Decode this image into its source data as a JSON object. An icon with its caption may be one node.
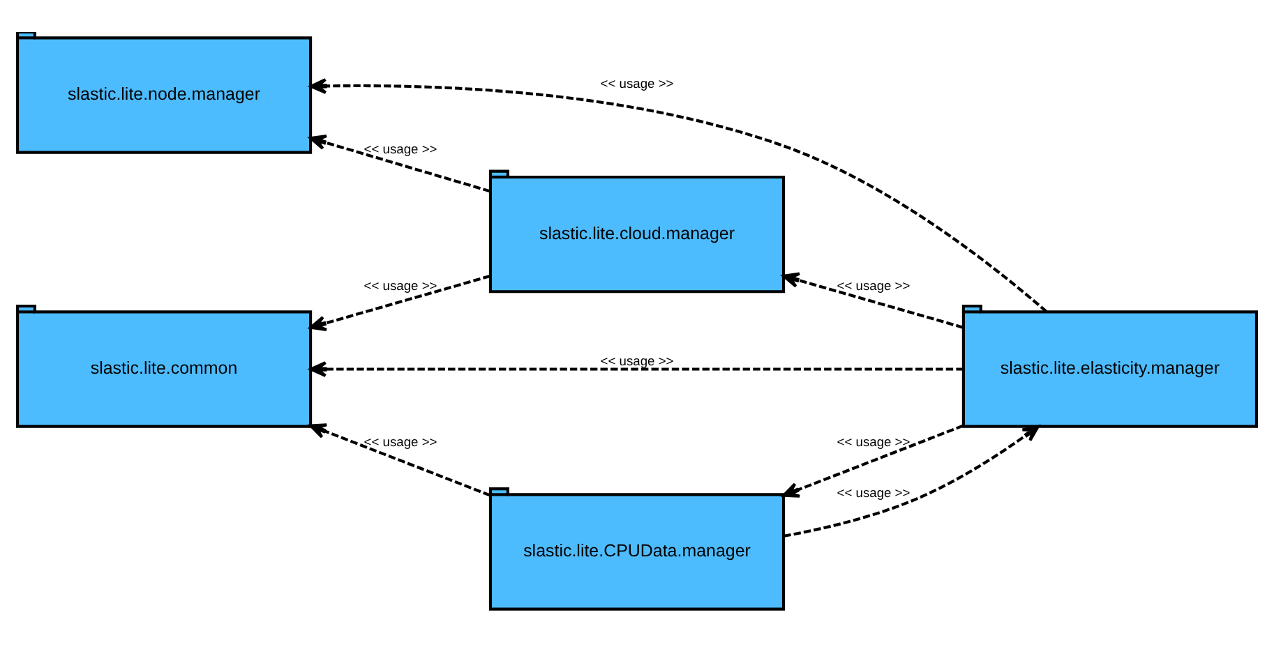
{
  "diagram": {
    "nodes": [
      {
        "text": [
          "slastic.lite.cloud.manager"
        ]
      },
      {
        "text": [
          "slastic.lite.node.manager"
        ]
      },
      {
        "text": [
          "slastic.lite.elasticity.manager"
        ]
      },
      {
        "text": [
          "slastic.lite.common"
        ]
      },
      {
        "text": [
          "slastic.lite.CPUData.manager"
        ]
      }
    ],
    "edges": [
      {
        "from": 0,
        "to": 1,
        "arrow": "to",
        "style": "dashed",
        "label": "<< usage >>"
      },
      {
        "from": 2,
        "to": 1,
        "arrow": "to",
        "style": "dashed",
        "label": "<< usage >>"
      },
      {
        "from": 2,
        "to": 0,
        "arrow": "to",
        "style": "dashed",
        "label": "<< usage >>"
      },
      {
        "from": 0,
        "to": 3,
        "arrow": "to",
        "style": "dashed",
        "label": "<< usage >>"
      },
      {
        "from": 2,
        "to": 3,
        "arrow": "to",
        "style": "dashed",
        "label": "<< usage >>"
      },
      {
        "from": 2,
        "to": 4,
        "arrow": "to",
        "style": "dashed",
        "label": "<< usage >>"
      },
      {
        "from": 4,
        "to": 2,
        "arrow": "to",
        "style": "dashed",
        "label": "<< usage >>"
      },
      {
        "from": 4,
        "to": 3,
        "arrow": "to",
        "style": "dashed",
        "label": "<< usage >>"
      }
    ]
  }
}
